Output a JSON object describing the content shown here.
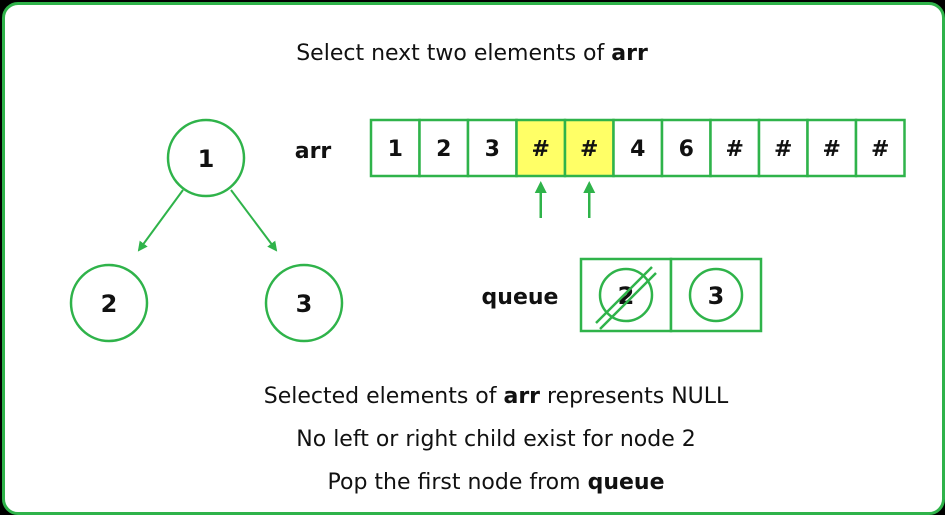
{
  "title": {
    "prefix": "Select next two elements of ",
    "bold": "arr"
  },
  "tree": {
    "nodes": [
      {
        "id": "n1",
        "label": "1"
      },
      {
        "id": "n2",
        "label": "2"
      },
      {
        "id": "n3",
        "label": "3"
      }
    ],
    "edges": [
      {
        "from": "n1",
        "to": "n2"
      },
      {
        "from": "n1",
        "to": "n3"
      }
    ]
  },
  "array": {
    "label": "arr",
    "cells": [
      "1",
      "2",
      "3",
      "#",
      "#",
      "4",
      "6",
      "#",
      "#",
      "#",
      "#"
    ],
    "highlighted": [
      3,
      4
    ],
    "highlight_color": "#ffff66"
  },
  "queue": {
    "label": "queue",
    "items": [
      {
        "value": "2",
        "crossed": true
      },
      {
        "value": "3",
        "crossed": false
      }
    ]
  },
  "notes": {
    "line1": {
      "prefix": "Selected elements of ",
      "bold": "arr",
      "suffix": " represents NULL"
    },
    "line2": "No left or right child exist for node 2",
    "line3": {
      "prefix": "Pop the first node from ",
      "bold": "queue"
    }
  },
  "colors": {
    "accent": "#2fb34a",
    "background": "#ffffff",
    "outer": "#000000",
    "text": "#111111"
  }
}
